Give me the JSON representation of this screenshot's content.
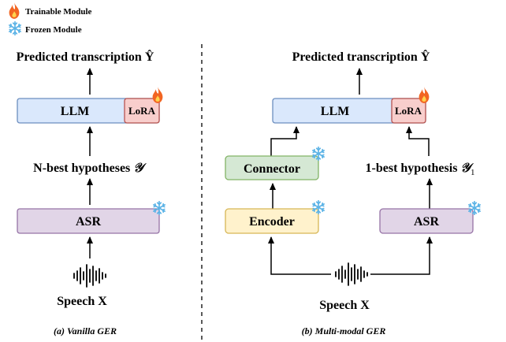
{
  "legend": {
    "trainable": "Trainable Module",
    "frozen": "Frozen Module",
    "trainable_icon": "fire-icon",
    "frozen_icon": "snowflake-icon"
  },
  "left_panel": {
    "output": "Predicted transcription",
    "output_symbol": "Ŷ",
    "llm": "LLM",
    "lora": "LoRA",
    "hypotheses": "N-best hypotheses",
    "hypotheses_symbol": "𝒴",
    "asr": "ASR",
    "speech": "Speech",
    "speech_symbol": "X",
    "caption": "(a) Vanilla GER"
  },
  "right_panel": {
    "output": "Predicted transcription",
    "output_symbol": "Ŷ",
    "llm": "LLM",
    "lora": "LoRA",
    "connector": "Connector",
    "encoder": "Encoder",
    "hypothesis": "1-best hypothesis",
    "hypothesis_symbol": "𝒴",
    "hypothesis_subscript": "1",
    "asr": "ASR",
    "speech": "Speech",
    "speech_symbol": "X",
    "caption": "(b) Multi-modal GER"
  },
  "colors": {
    "llm_fill": "#dae8fc",
    "llm_stroke": "#6c8ebf",
    "lora_fill": "#f8cecc",
    "lora_stroke": "#b85450",
    "asr_fill": "#e1d5e7",
    "asr_stroke": "#9673a6",
    "connector_fill": "#d5e8d4",
    "connector_stroke": "#82b366",
    "encoder_fill": "#fff2cc",
    "encoder_stroke": "#d6b656",
    "fire": "#f26522",
    "snow": "#5cb3e6"
  }
}
